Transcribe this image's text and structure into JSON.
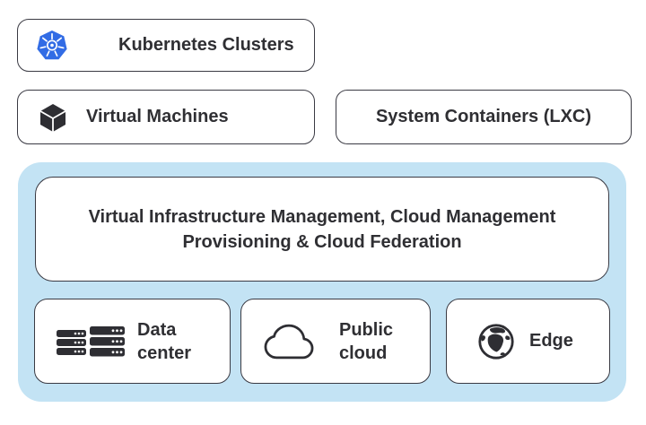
{
  "diagram": {
    "top_boxes": [
      {
        "id": "kubernetes-clusters",
        "label": "Kubernetes Clusters",
        "icon": "kubernetes-icon"
      },
      {
        "id": "virtual-machines",
        "label": "Virtual Machines",
        "icon": "cube-icon"
      },
      {
        "id": "system-containers",
        "label": "System Containers (LXC)",
        "icon": null
      }
    ],
    "management_box": {
      "lines": [
        "Virtual Infrastructure Management, Cloud Management",
        "Provisioning & Cloud Federation"
      ]
    },
    "infrastructure_boxes": [
      {
        "id": "data-center",
        "lines": [
          "Data",
          "center"
        ],
        "icon": "server-rack-icon"
      },
      {
        "id": "public-cloud",
        "lines": [
          "Public",
          "cloud"
        ],
        "icon": "cloud-icon"
      },
      {
        "id": "edge",
        "lines": [
          "Edge"
        ],
        "icon": "globe-icon"
      }
    ],
    "colors": {
      "container_bg": "#c3e3f4",
      "box_bg": "#ffffff",
      "box_border": "#3a3a43",
      "text": "#2f2f33",
      "kubernetes_blue": "#326ce5",
      "icon_dark": "#2e2e33"
    }
  }
}
